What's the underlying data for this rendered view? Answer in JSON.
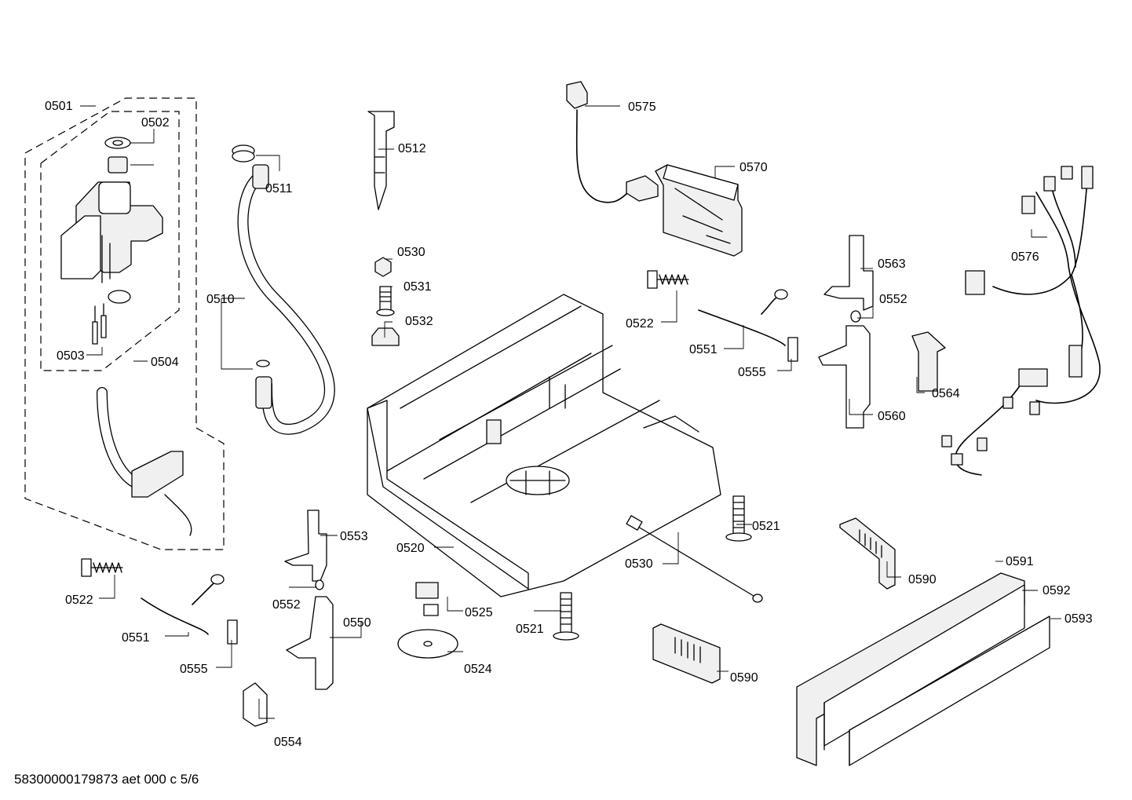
{
  "document_id": "58300000179873 aet 000 c 5/6",
  "labels": {
    "p0501": "0501",
    "p0502": "0502",
    "p0503": "0503",
    "p0504": "0504",
    "p0510": "0510",
    "p0511": "0511",
    "p0512": "0512",
    "p0530a": "0530",
    "p0531": "0531",
    "p0532": "0532",
    "p0575": "0575",
    "p0570": "0570",
    "p0576": "0576",
    "p0563": "0563",
    "p0552a": "0552",
    "p0522a": "0522",
    "p0551a": "0551",
    "p0555a": "0555",
    "p0564": "0564",
    "p0560": "0560",
    "p0520": "0520",
    "p0521a": "0521",
    "p0530b": "0530",
    "p0590a": "0590",
    "p0591": "0591",
    "p0592": "0592",
    "p0593": "0593",
    "p0553": "0553",
    "p0522b": "0522",
    "p0552b": "0552",
    "p0525": "0525",
    "p0521b": "0521",
    "p0551b": "0551",
    "p0550": "0550",
    "p0555b": "0555",
    "p0524": "0524",
    "p0590b": "0590",
    "p0554": "0554"
  }
}
